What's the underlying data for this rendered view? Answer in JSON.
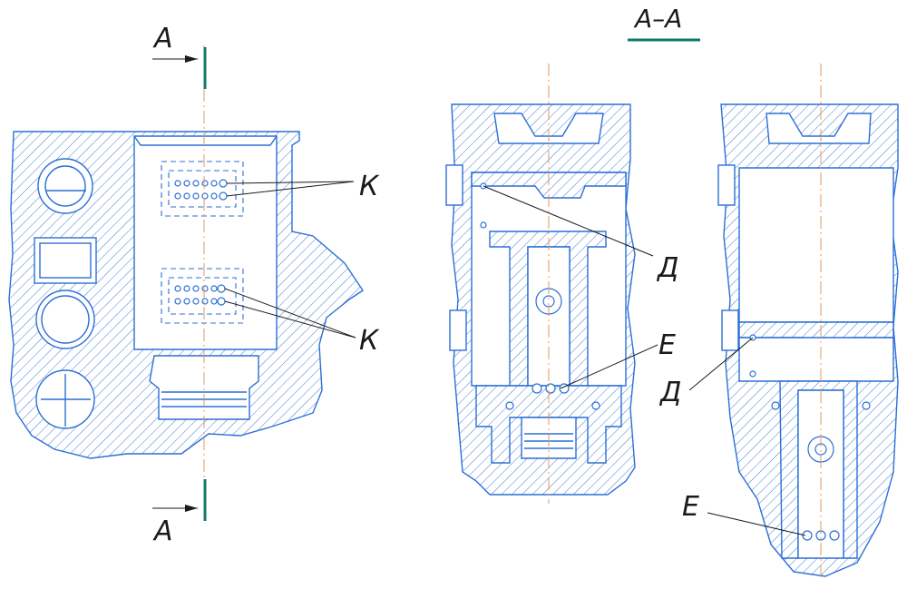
{
  "labels": {
    "section_title": "А–А",
    "cut_top": "А",
    "cut_bottom": "А",
    "k_upper": "К",
    "k_lower": "К",
    "d_left": "Д",
    "e_left": "Е",
    "d_right": "Д",
    "e_right": "Е"
  },
  "colors": {
    "outline": "#2b6fd6",
    "axis": "#e39a5a",
    "cut_line": "#0f7a6a",
    "text": "#1a1a1a"
  }
}
